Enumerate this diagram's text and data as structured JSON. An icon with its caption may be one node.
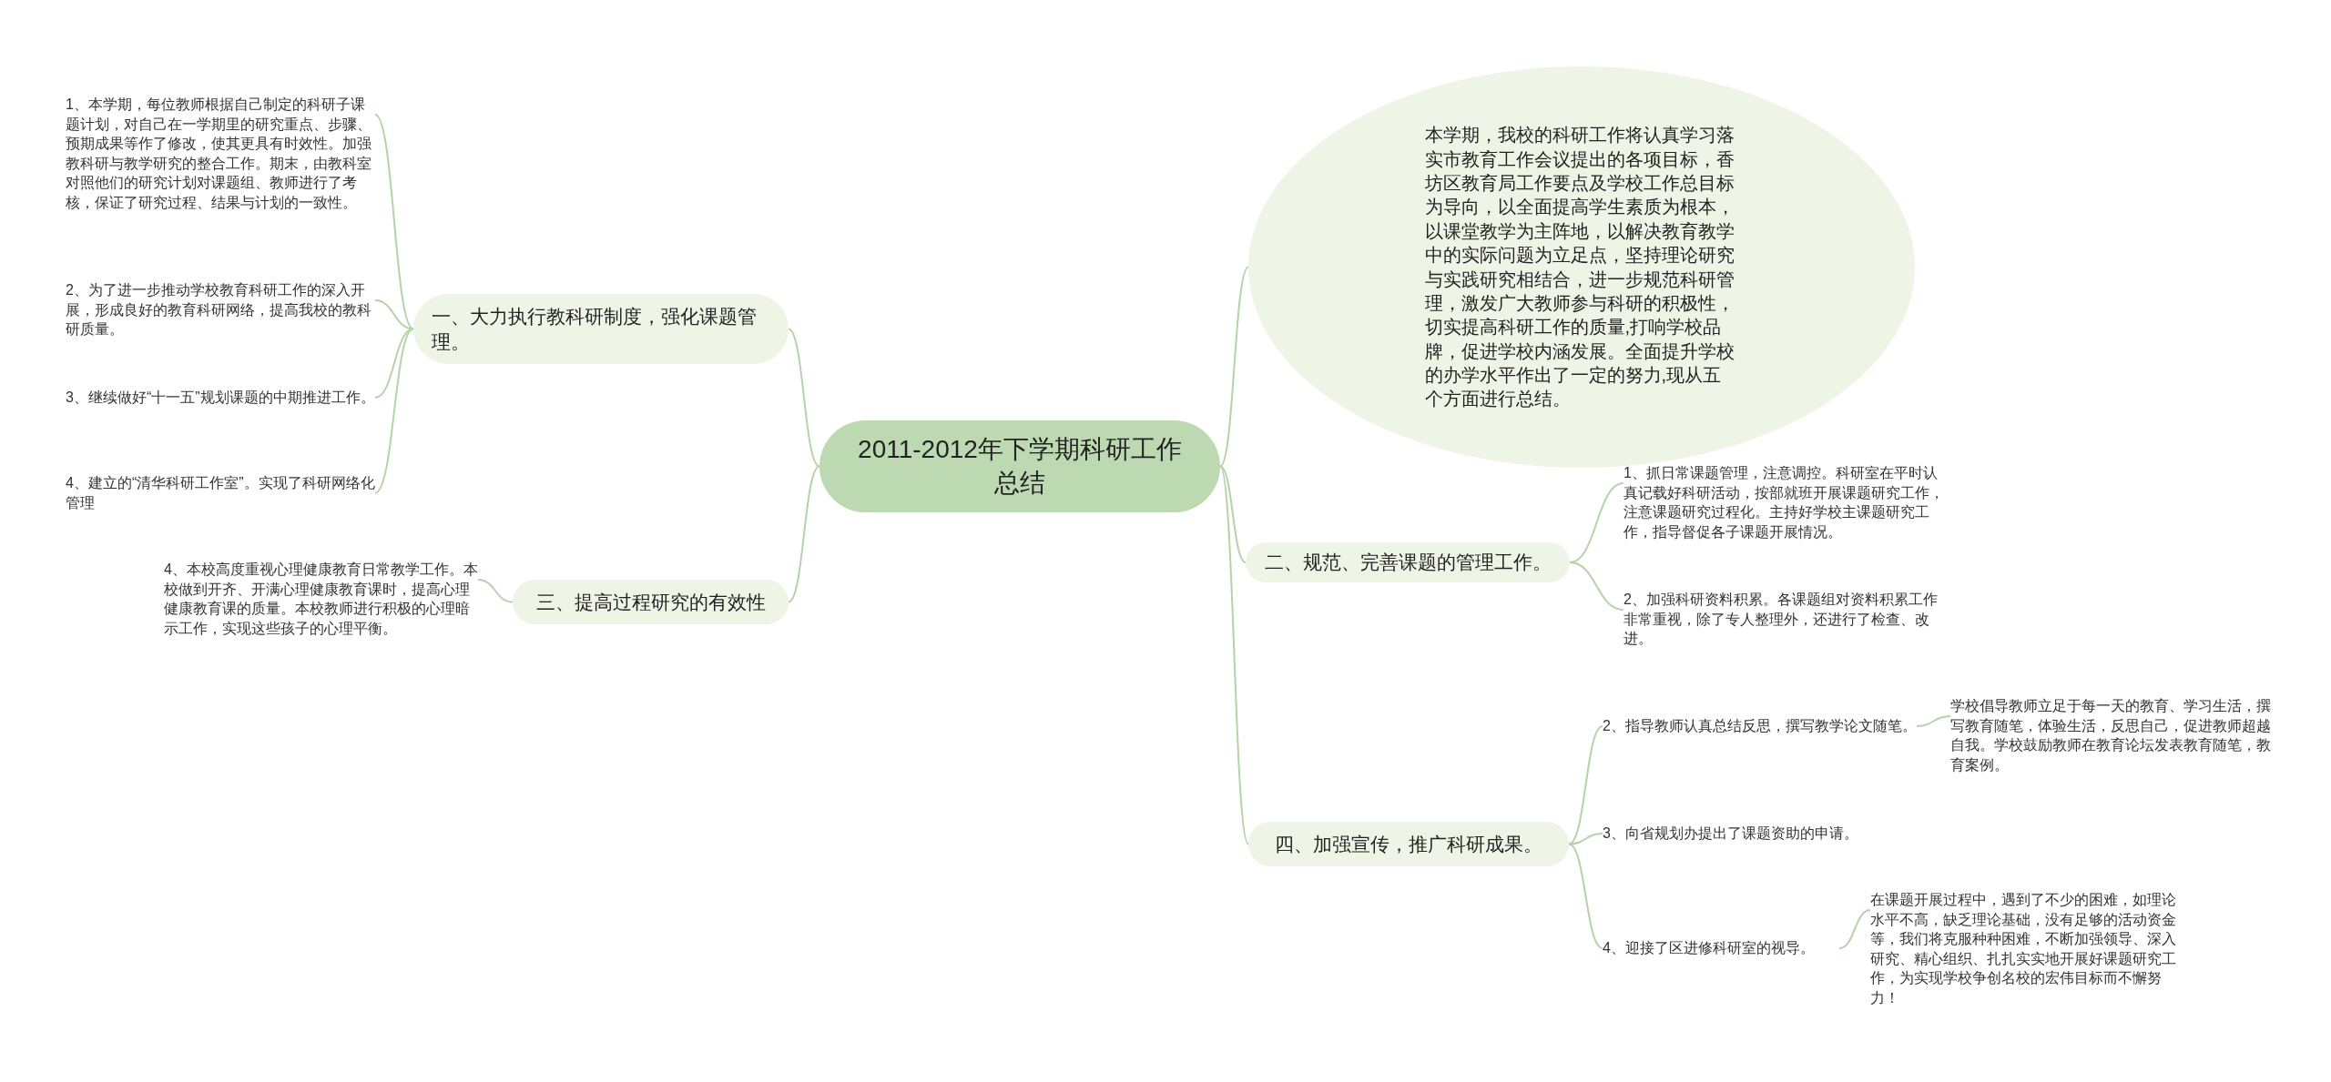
{
  "diagram": {
    "nodes": [
      {
        "text": [
          "2011-2012年下学期科研工作总结"
        ]
      },
      {
        "text": [
          "本学期，我校的科研工作将认真学习落实市教育工作会议提出的各项目标，香坊区教育局工作要点及学校工作总目标为导向，以全面提高学生素质为根本，以课堂教学为主阵地，以解决教育教学中的实际问题为立足点，坚持理论研究与实践研究相结合，进一步规范科研管理，激发广大教师参与科研的积极性，切实提高科研工作的质量,打响学校品牌，促进学校内涵发展。全面提升学校的办学水平作出了一定的努力,现从五个方面进行总结。"
        ]
      },
      {
        "text": [
          "一、大力执行教科研制度，强化课题管理。"
        ]
      },
      {
        "text": [
          "1、本学期，每位教师根据自己制定的科研子课题计划，对自己在一学期里的研究重点、步骤、预期成果等作了修改，使其更具有时效性。加强教科研与教学研究的整合工作。期末，由教科室对照他们的研究计划对课题组、教师进行了考核，保证了研究过程、结果与计划的一致性。"
        ]
      },
      {
        "text": [
          "2、为了进一步推动学校教育科研工作的深入开展，形成良好的教育科研网络，提高我校的教科研质量。"
        ]
      },
      {
        "text": [
          "3、继续做好“十一五”规划课题的中期推进工作。"
        ]
      },
      {
        "text": [
          "4、建立的“清华科研工作室”。实现了科研网络化管理"
        ]
      },
      {
        "text": [
          "三、提高过程研究的有效性"
        ]
      },
      {
        "text": [
          "4、本校高度重视心理健康教育日常教学工作。本校做到开齐、开满心理健康教育课时，提高心理健康教育课的质量。本校教师进行积极的心理暗示工作，实现这些孩子的心理平衡。"
        ]
      },
      {
        "text": [
          "二、规范、完善课题的管理工作。"
        ]
      },
      {
        "text": [
          "1、抓日常课题管理，注意调控。科研室在平时认真记载好科研活动，按部就班开展课题研究工作，注意课题研究过程化。主持好学校主课题研究工作，指导督促各子课题开展情况。"
        ]
      },
      {
        "text": [
          "2、加强科研资料积累。各课题组对资料积累工作非常重视，除了专人整理外，还进行了检查、改进。"
        ]
      },
      {
        "text": [
          "四、加强宣传，推广科研成果。"
        ]
      },
      {
        "text": [
          "2、指导教师认真总结反思，撰写教学论文随笔。"
        ]
      },
      {
        "text": [
          "学校倡导教师立足于每一天的教育、学习生活，撰写教育随笔，体验生活，反思自己，促进教师超越自我。学校鼓励教师在教育论坛发表教育随笔，教育案例。"
        ]
      },
      {
        "text": [
          "3、向省规划办提出了课题资助的申请。"
        ]
      },
      {
        "text": [
          "4、迎接了区进修科研室的视导。"
        ]
      },
      {
        "text": [
          "在课题开展过程中，遇到了不少的困难，如理论水平不高，缺乏理论基础，没有足够的活动资金等，我们将克服种种困难，不断加强领导、深入研究、精心组织、扎扎实实地开展好课题研究工作，为实现学校争创名校的宏伟目标而不懈努力！"
        ]
      }
    ],
    "edges": [
      {
        "from": 0,
        "to": 1,
        "arrow": "none"
      },
      {
        "from": 0,
        "to": 2,
        "arrow": "none"
      },
      {
        "from": 2,
        "to": 3,
        "arrow": "none"
      },
      {
        "from": 2,
        "to": 4,
        "arrow": "none"
      },
      {
        "from": 2,
        "to": 5,
        "arrow": "none"
      },
      {
        "from": 2,
        "to": 6,
        "arrow": "none"
      },
      {
        "from": 0,
        "to": 7,
        "arrow": "none"
      },
      {
        "from": 7,
        "to": 8,
        "arrow": "none"
      },
      {
        "from": 0,
        "to": 9,
        "arrow": "none"
      },
      {
        "from": 9,
        "to": 10,
        "arrow": "none"
      },
      {
        "from": 9,
        "to": 11,
        "arrow": "none"
      },
      {
        "from": 0,
        "to": 12,
        "arrow": "none"
      },
      {
        "from": 12,
        "to": 13,
        "arrow": "none"
      },
      {
        "from": 13,
        "to": 14,
        "arrow": "none"
      },
      {
        "from": 12,
        "to": 15,
        "arrow": "none"
      },
      {
        "from": 12,
        "to": 16,
        "arrow": "none"
      },
      {
        "from": 16,
        "to": 17,
        "arrow": "none"
      }
    ]
  }
}
